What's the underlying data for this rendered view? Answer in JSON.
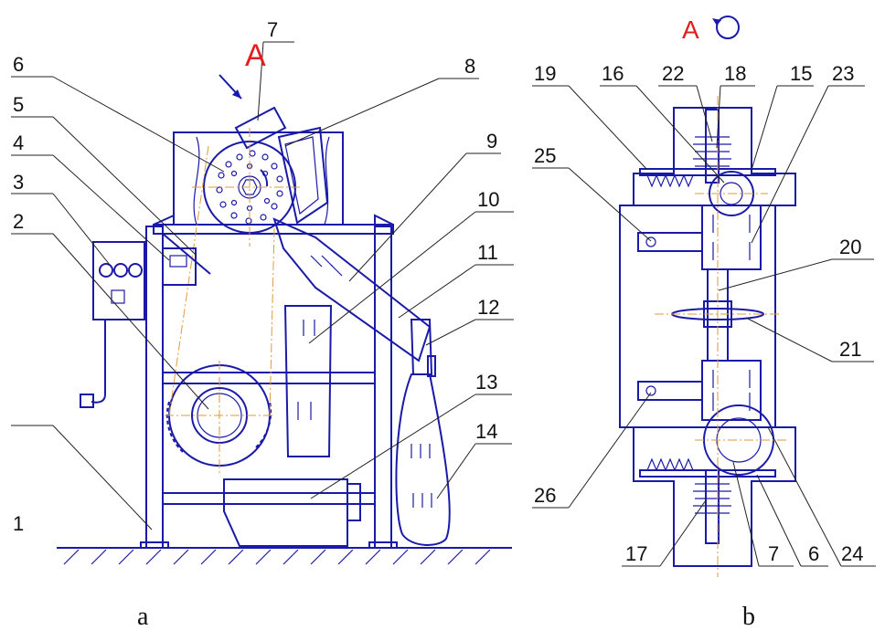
{
  "view_marks": {
    "left": "A",
    "right": "A"
  },
  "captions": {
    "left": "a",
    "right": "b"
  },
  "labels_left": [
    "1",
    "2",
    "3",
    "4",
    "5",
    "6",
    "7",
    "8",
    "9",
    "10",
    "11",
    "12",
    "13",
    "14"
  ],
  "labels_right": [
    "15",
    "16",
    "17",
    "18",
    "19",
    "20",
    "21",
    "22",
    "23",
    "24",
    "25",
    "26",
    "7",
    "6"
  ],
  "colors": {
    "drawing": "#1a1aa8",
    "axis": "#e09a3a",
    "mark": "#e02020",
    "leader": "#222222"
  }
}
